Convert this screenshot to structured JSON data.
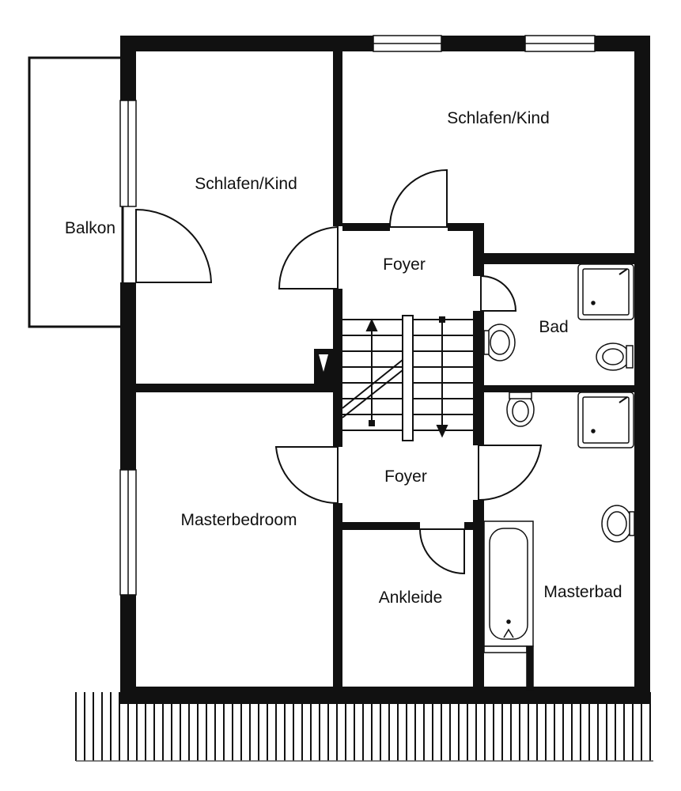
{
  "rooms": {
    "schlafen_kind_top": "Schlafen/Kind",
    "schlafen_kind_left": "Schlafen/Kind",
    "balkon": "Balkon",
    "foyer_upper": "Foyer",
    "bad": "Bad",
    "foyer_lower": "Foyer",
    "masterbedroom": "Masterbedroom",
    "ankleide": "Ankleide",
    "masterbad": "Masterbad"
  },
  "colors": {
    "wall": "#111111",
    "line": "#111111",
    "background": "#ffffff"
  }
}
